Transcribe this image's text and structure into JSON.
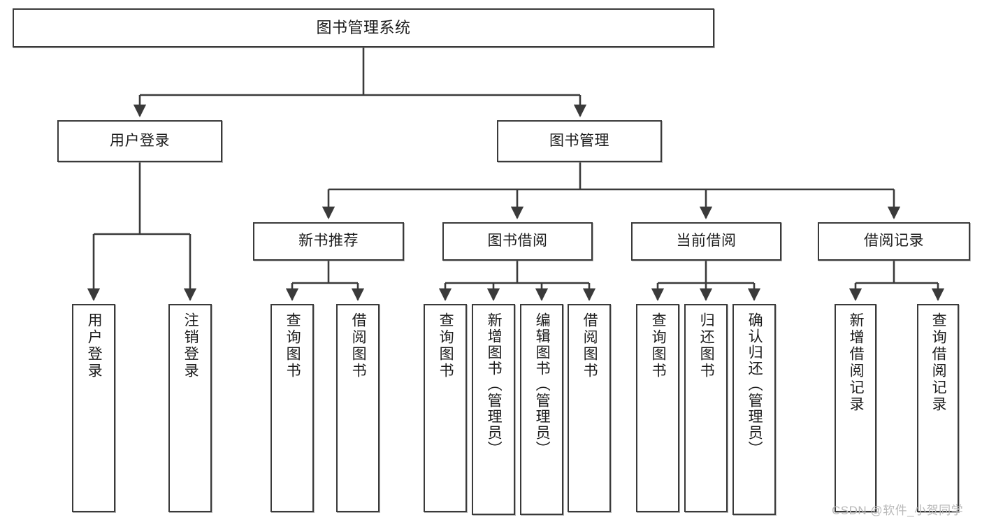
{
  "diagram": {
    "title": "图书管理系统",
    "root": {
      "label": "图书管理系统"
    },
    "level2": [
      {
        "label": "用户登录"
      },
      {
        "label": "图书管理"
      }
    ],
    "level3": [
      {
        "label": "新书推荐"
      },
      {
        "label": "图书借阅"
      },
      {
        "label": "当前借阅"
      },
      {
        "label": "借阅记录"
      }
    ],
    "leaves": {
      "user_login": [
        {
          "label": "用户登录"
        },
        {
          "label": "注销登录"
        }
      ],
      "new_book_recommend": [
        {
          "label": "查询图书"
        },
        {
          "label": "借阅图书"
        }
      ],
      "book_borrow": [
        {
          "label": "查询图书"
        },
        {
          "label": "新增图书（管理员）"
        },
        {
          "label": "编辑图书（管理员）"
        },
        {
          "label": "借阅图书"
        }
      ],
      "current_borrow": [
        {
          "label": "查询图书"
        },
        {
          "label": "归还图书"
        },
        {
          "label": "确认归还（管理员）"
        }
      ],
      "borrow_record": [
        {
          "label": "新增借阅记录"
        },
        {
          "label": "查询借阅记录"
        }
      ]
    },
    "colors": {
      "stroke": "#3a3a3a",
      "background": "#ffffff",
      "text": "#1c1c1c",
      "watermark": "#b9b9b9"
    }
  },
  "watermark": {
    "text": "CSDN @软件_小贺同学"
  }
}
